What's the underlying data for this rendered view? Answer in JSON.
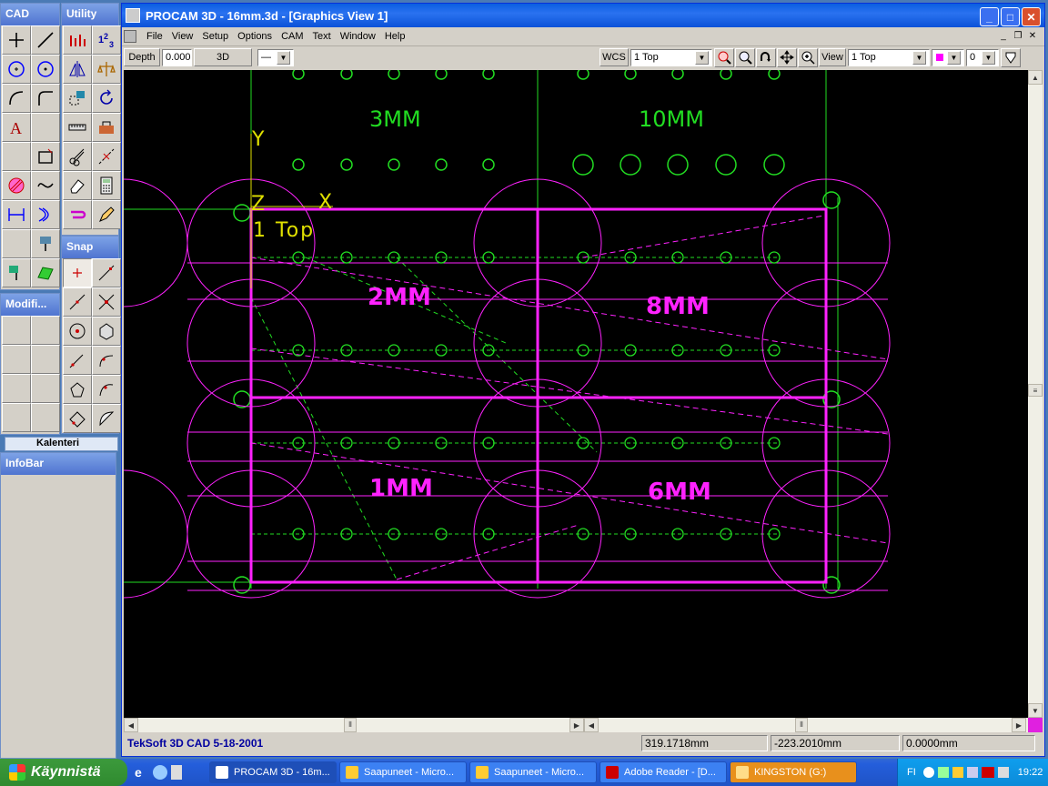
{
  "palettes": {
    "cad": "CAD",
    "utility": "Utility",
    "snap": "Snap",
    "modify": "Modifi...",
    "infobar": "InfoBar",
    "kalenteri": "Kalenteri"
  },
  "window": {
    "title": "PROCAM 3D - 16mm.3d - [Graphics View 1]",
    "menu": [
      "File",
      "View",
      "Setup",
      "Options",
      "CAM",
      "Text",
      "Window",
      "Help"
    ]
  },
  "toolbar": {
    "depth_label": "Depth",
    "depth_value": "0.000",
    "mode_label": "3D",
    "line_style": "—",
    "wcs_label": "WCS",
    "wcs_value": "1 Top",
    "view_label": "View",
    "view_value": "1 Top",
    "layer_value": "0"
  },
  "graphics": {
    "labels": {
      "l3mm": "3MM",
      "l10mm": "10MM",
      "l2mm": "2MM",
      "l8mm": "8MM",
      "l1mm": "1MM",
      "l6mm": "6MM",
      "axis_y": "Y",
      "axis_x": "X",
      "axis_z": "Z",
      "view_name": "1 Top"
    },
    "colors": {
      "green": "#22dd22",
      "magenta": "#ff22ff",
      "yellow": "#e0e000"
    }
  },
  "status": {
    "app": "TekSoft 3D CAD  5-18-2001",
    "x": "319.1718mm",
    "y": "-223.2010mm",
    "z": "0.0000mm"
  },
  "taskbar": {
    "start": "Käynnistä",
    "tasks": [
      "PROCAM 3D - 16m...",
      "Saapuneet - Micro...",
      "Saapuneet - Micro...",
      "Adobe Reader - [D...",
      "KINGSTON (G:)"
    ],
    "lang": "FI",
    "time": "19:22"
  }
}
